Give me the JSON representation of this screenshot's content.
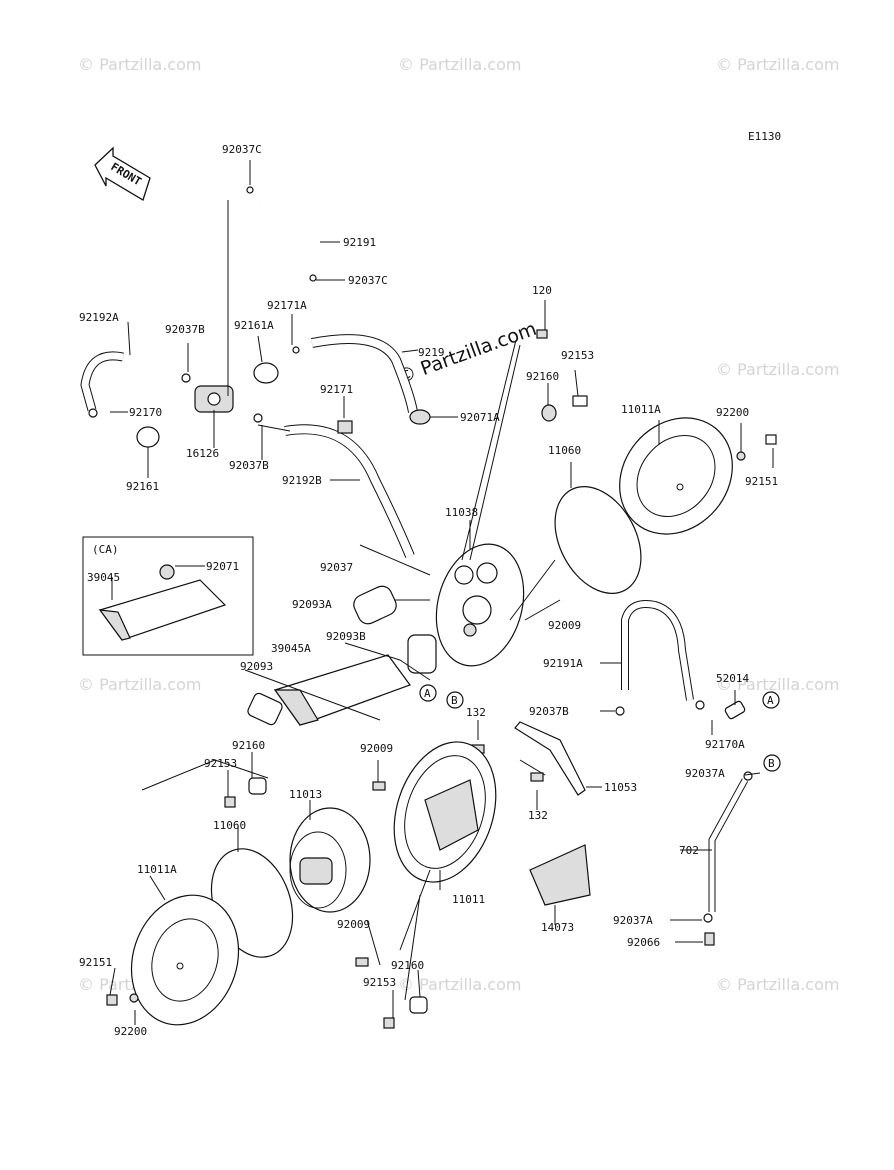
{
  "diagram_code": "E1130",
  "front_label": "FRONT",
  "watermark": "© Partzilla.com",
  "callouts": {
    "A": "A",
    "B": "B"
  },
  "inset_label": "(CA)",
  "parts": [
    {
      "id": "92037C_top",
      "text": "92037C"
    },
    {
      "id": "92191",
      "text": "92191"
    },
    {
      "id": "92037C_b",
      "text": "92037C"
    },
    {
      "id": "92192A",
      "text": "92192A"
    },
    {
      "id": "92037B_a",
      "text": "92037B"
    },
    {
      "id": "92161A",
      "text": "92161A"
    },
    {
      "id": "92171A",
      "text": "92171A"
    },
    {
      "id": "92192",
      "text": "9219"
    },
    {
      "id": "120",
      "text": "120"
    },
    {
      "id": "92153_a",
      "text": "92153"
    },
    {
      "id": "92170",
      "text": "92170"
    },
    {
      "id": "16126",
      "text": "16126"
    },
    {
      "id": "92161",
      "text": "92161"
    },
    {
      "id": "92037B_b",
      "text": "92037B"
    },
    {
      "id": "92171",
      "text": "92171"
    },
    {
      "id": "92071A",
      "text": "92071A"
    },
    {
      "id": "92160_a",
      "text": "92160"
    },
    {
      "id": "11011A_a",
      "text": "11011A"
    },
    {
      "id": "92200_a",
      "text": "92200"
    },
    {
      "id": "92151_a",
      "text": "92151"
    },
    {
      "id": "11060_a",
      "text": "11060"
    },
    {
      "id": "92192B",
      "text": "92192B"
    },
    {
      "id": "11038",
      "text": "11038"
    },
    {
      "id": "92071",
      "text": "92071"
    },
    {
      "id": "39045",
      "text": "39045"
    },
    {
      "id": "92037",
      "text": "92037"
    },
    {
      "id": "92093A",
      "text": "92093A"
    },
    {
      "id": "92009_a",
      "text": "92009"
    },
    {
      "id": "92093B",
      "text": "92093B"
    },
    {
      "id": "39045A",
      "text": "39045A"
    },
    {
      "id": "92191A",
      "text": "92191A"
    },
    {
      "id": "92093",
      "text": "92093"
    },
    {
      "id": "52014",
      "text": "52014"
    },
    {
      "id": "132_a",
      "text": "132"
    },
    {
      "id": "92037B_c",
      "text": "92037B"
    },
    {
      "id": "92170A",
      "text": "92170A"
    },
    {
      "id": "92160_b",
      "text": "92160"
    },
    {
      "id": "92009_b",
      "text": "92009"
    },
    {
      "id": "92153_b",
      "text": "92153"
    },
    {
      "id": "11053",
      "text": "11053"
    },
    {
      "id": "92037A_a",
      "text": "92037A"
    },
    {
      "id": "11013",
      "text": "11013"
    },
    {
      "id": "132_b",
      "text": "132"
    },
    {
      "id": "11060_b",
      "text": "11060"
    },
    {
      "id": "702",
      "text": "702"
    },
    {
      "id": "11011A_b",
      "text": "11011A"
    },
    {
      "id": "11011",
      "text": "11011"
    },
    {
      "id": "14073",
      "text": "14073"
    },
    {
      "id": "92009_c",
      "text": "92009"
    },
    {
      "id": "92037A_b",
      "text": "92037A"
    },
    {
      "id": "92066",
      "text": "92066"
    },
    {
      "id": "92151_b",
      "text": "92151"
    },
    {
      "id": "92160_c",
      "text": "92160"
    },
    {
      "id": "92153_c",
      "text": "92153"
    },
    {
      "id": "92200_b",
      "text": "92200"
    }
  ]
}
